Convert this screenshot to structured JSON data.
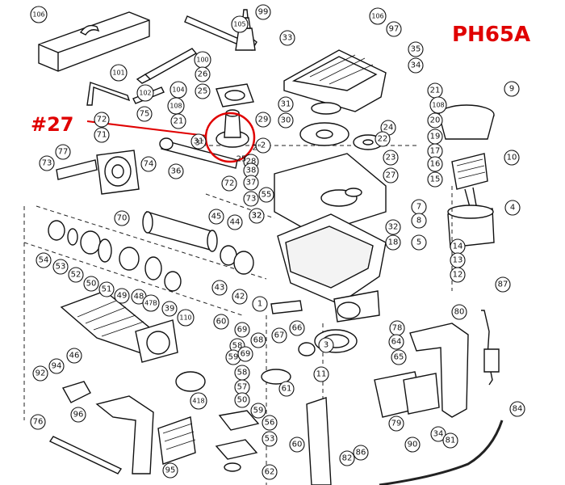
{
  "title": "PH65A",
  "highlight": {
    "tag": "#27",
    "color": "#e00000"
  },
  "parts": [
    {
      "label": "106",
      "c": [
        48,
        18
      ]
    },
    {
      "label": "99",
      "c": [
        326,
        15
      ]
    },
    {
      "label": "105",
      "c": [
        297,
        30
      ]
    },
    {
      "label": "33",
      "c": [
        356,
        47
      ]
    },
    {
      "label": "106",
      "c": [
        468,
        20
      ]
    },
    {
      "label": "97",
      "c": [
        488,
        36
      ]
    },
    {
      "label": "35",
      "c": [
        515,
        61
      ]
    },
    {
      "label": "34",
      "c": [
        515,
        81
      ]
    },
    {
      "label": "101",
      "c": [
        147,
        90
      ]
    },
    {
      "label": "100",
      "c": [
        251,
        74
      ]
    },
    {
      "label": "102",
      "c": [
        180,
        115
      ]
    },
    {
      "label": "104",
      "c": [
        221,
        111
      ]
    },
    {
      "label": "26",
      "c": [
        251,
        92
      ]
    },
    {
      "label": "25",
      "c": [
        251,
        113
      ]
    },
    {
      "label": "9",
      "c": [
        634,
        110
      ]
    },
    {
      "label": "21",
      "c": [
        539,
        112
      ]
    },
    {
      "label": "31",
      "c": [
        354,
        129
      ]
    },
    {
      "label": "108",
      "c": [
        543,
        130
      ]
    },
    {
      "label": "75",
      "c": [
        179,
        141
      ]
    },
    {
      "label": "108",
      "c": [
        218,
        131
      ]
    },
    {
      "label": "30",
      "c": [
        354,
        149
      ]
    },
    {
      "label": "20",
      "c": [
        539,
        149
      ]
    },
    {
      "label": "72",
      "c": [
        126,
        148
      ]
    },
    {
      "label": "21",
      "c": [
        221,
        150
      ]
    },
    {
      "label": "29",
      "c": [
        326,
        148
      ]
    },
    {
      "label": "24",
      "c": [
        481,
        158
      ]
    },
    {
      "label": "19",
      "c": [
        539,
        169
      ]
    },
    {
      "label": "71",
      "c": [
        126,
        167
      ]
    },
    {
      "label": "31",
      "c": [
        246,
        175
      ]
    },
    {
      "label": "2",
      "c": [
        326,
        180
      ]
    },
    {
      "label": "22",
      "c": [
        474,
        172
      ]
    },
    {
      "label": "10",
      "c": [
        634,
        195
      ]
    },
    {
      "label": "77",
      "c": [
        78,
        188
      ]
    },
    {
      "label": "74",
      "c": [
        184,
        203
      ]
    },
    {
      "label": "28",
      "c": [
        311,
        200
      ]
    },
    {
      "label": "17",
      "c": [
        539,
        187
      ]
    },
    {
      "label": "73",
      "c": [
        58,
        202
      ]
    },
    {
      "label": "36",
      "c": [
        218,
        212
      ]
    },
    {
      "label": "38",
      "c": [
        311,
        211
      ]
    },
    {
      "label": "23",
      "c": [
        484,
        195
      ]
    },
    {
      "label": "16",
      "c": [
        539,
        203
      ]
    },
    {
      "label": "37",
      "c": [
        311,
        226
      ]
    },
    {
      "label": "27",
      "c": [
        484,
        217
      ]
    },
    {
      "label": "15",
      "c": [
        539,
        222
      ]
    },
    {
      "label": "72",
      "c": [
        284,
        227
      ]
    },
    {
      "label": "73",
      "c": [
        311,
        246
      ]
    },
    {
      "label": "55",
      "c": [
        330,
        241
      ]
    },
    {
      "label": "7",
      "c": [
        519,
        256
      ]
    },
    {
      "label": "4",
      "c": [
        635,
        257
      ]
    },
    {
      "label": "70",
      "c": [
        151,
        270
      ]
    },
    {
      "label": "45",
      "c": [
        268,
        268
      ]
    },
    {
      "label": "44",
      "c": [
        291,
        275
      ]
    },
    {
      "label": "32",
      "c": [
        318,
        267
      ]
    },
    {
      "label": "32",
      "c": [
        487,
        281
      ]
    },
    {
      "label": "8",
      "c": [
        519,
        273
      ]
    },
    {
      "label": "5",
      "c": [
        519,
        300
      ]
    },
    {
      "label": "14",
      "c": [
        567,
        305
      ]
    },
    {
      "label": "18",
      "c": [
        487,
        300
      ]
    },
    {
      "label": "54",
      "c": [
        54,
        322
      ]
    },
    {
      "label": "53",
      "c": [
        75,
        330
      ]
    },
    {
      "label": "13",
      "c": [
        567,
        322
      ]
    },
    {
      "label": "43",
      "c": [
        272,
        356
      ]
    },
    {
      "label": "42",
      "c": [
        297,
        367
      ]
    },
    {
      "label": "52",
      "c": [
        94,
        340
      ]
    },
    {
      "label": "50",
      "c": [
        113,
        351
      ]
    },
    {
      "label": "51",
      "c": [
        132,
        358
      ]
    },
    {
      "label": "49",
      "c": [
        151,
        366
      ]
    },
    {
      "label": "48",
      "c": [
        172,
        367
      ]
    },
    {
      "label": "12",
      "c": [
        567,
        340
      ]
    },
    {
      "label": "87",
      "c": [
        623,
        352
      ]
    },
    {
      "label": "1",
      "c": [
        322,
        376
      ]
    },
    {
      "label": "47B",
      "c": [
        187,
        375
      ]
    },
    {
      "label": "39",
      "c": [
        210,
        382
      ]
    },
    {
      "label": "110",
      "c": [
        230,
        393
      ]
    },
    {
      "label": "80",
      "c": [
        569,
        386
      ]
    },
    {
      "label": "60",
      "c": [
        274,
        398
      ]
    },
    {
      "label": "69",
      "c": [
        300,
        408
      ]
    },
    {
      "label": "68",
      "c": [
        320,
        421
      ]
    },
    {
      "label": "67",
      "c": [
        346,
        415
      ]
    },
    {
      "label": "66",
      "c": [
        368,
        406
      ]
    },
    {
      "label": "78",
      "c": [
        492,
        406
      ]
    },
    {
      "label": "64",
      "c": [
        491,
        423
      ]
    },
    {
      "label": "58",
      "c": [
        294,
        428
      ]
    },
    {
      "label": "59",
      "c": [
        289,
        442
      ]
    },
    {
      "label": "69",
      "c": [
        304,
        438
      ]
    },
    {
      "label": "3",
      "c": [
        404,
        427
      ]
    },
    {
      "label": "46",
      "c": [
        92,
        440
      ]
    },
    {
      "label": "65",
      "c": [
        494,
        442
      ]
    },
    {
      "label": "58",
      "c": [
        300,
        461
      ]
    },
    {
      "label": "11",
      "c": [
        398,
        463
      ]
    },
    {
      "label": "92",
      "c": [
        50,
        462
      ]
    },
    {
      "label": "94",
      "c": [
        70,
        453
      ]
    },
    {
      "label": "57",
      "c": [
        300,
        479
      ]
    },
    {
      "label": "418",
      "c": [
        246,
        496
      ]
    },
    {
      "label": "61",
      "c": [
        355,
        481
      ]
    },
    {
      "label": "50",
      "c": [
        300,
        495
      ]
    },
    {
      "label": "59",
      "c": [
        320,
        508
      ]
    },
    {
      "label": "96",
      "c": [
        97,
        513
      ]
    },
    {
      "label": "76",
      "c": [
        47,
        522
      ]
    },
    {
      "label": "56",
      "c": [
        334,
        523
      ]
    },
    {
      "label": "79",
      "c": [
        491,
        524
      ]
    },
    {
      "label": "34",
      "c": [
        543,
        537
      ]
    },
    {
      "label": "53",
      "c": [
        334,
        543
      ]
    },
    {
      "label": "84",
      "c": [
        641,
        506
      ]
    },
    {
      "label": "81",
      "c": [
        558,
        545
      ]
    },
    {
      "label": "60",
      "c": [
        368,
        550
      ]
    },
    {
      "label": "90",
      "c": [
        511,
        550
      ]
    },
    {
      "label": "86",
      "c": [
        447,
        560
      ]
    },
    {
      "label": "82",
      "c": [
        430,
        567
      ]
    },
    {
      "label": "62",
      "c": [
        334,
        584
      ]
    },
    {
      "label": "95",
      "c": [
        211,
        582
      ]
    }
  ],
  "plain_labels": [
    {
      "label": "32",
      "c": [
        318,
        267
      ]
    },
    {
      "label": "25",
      "c": [
        299,
        197
      ]
    },
    {
      "label": "2\"",
      "c": [
        318,
        183
      ]
    },
    {
      "label": "3\"",
      "c": [
        247,
        177
      ]
    }
  ]
}
